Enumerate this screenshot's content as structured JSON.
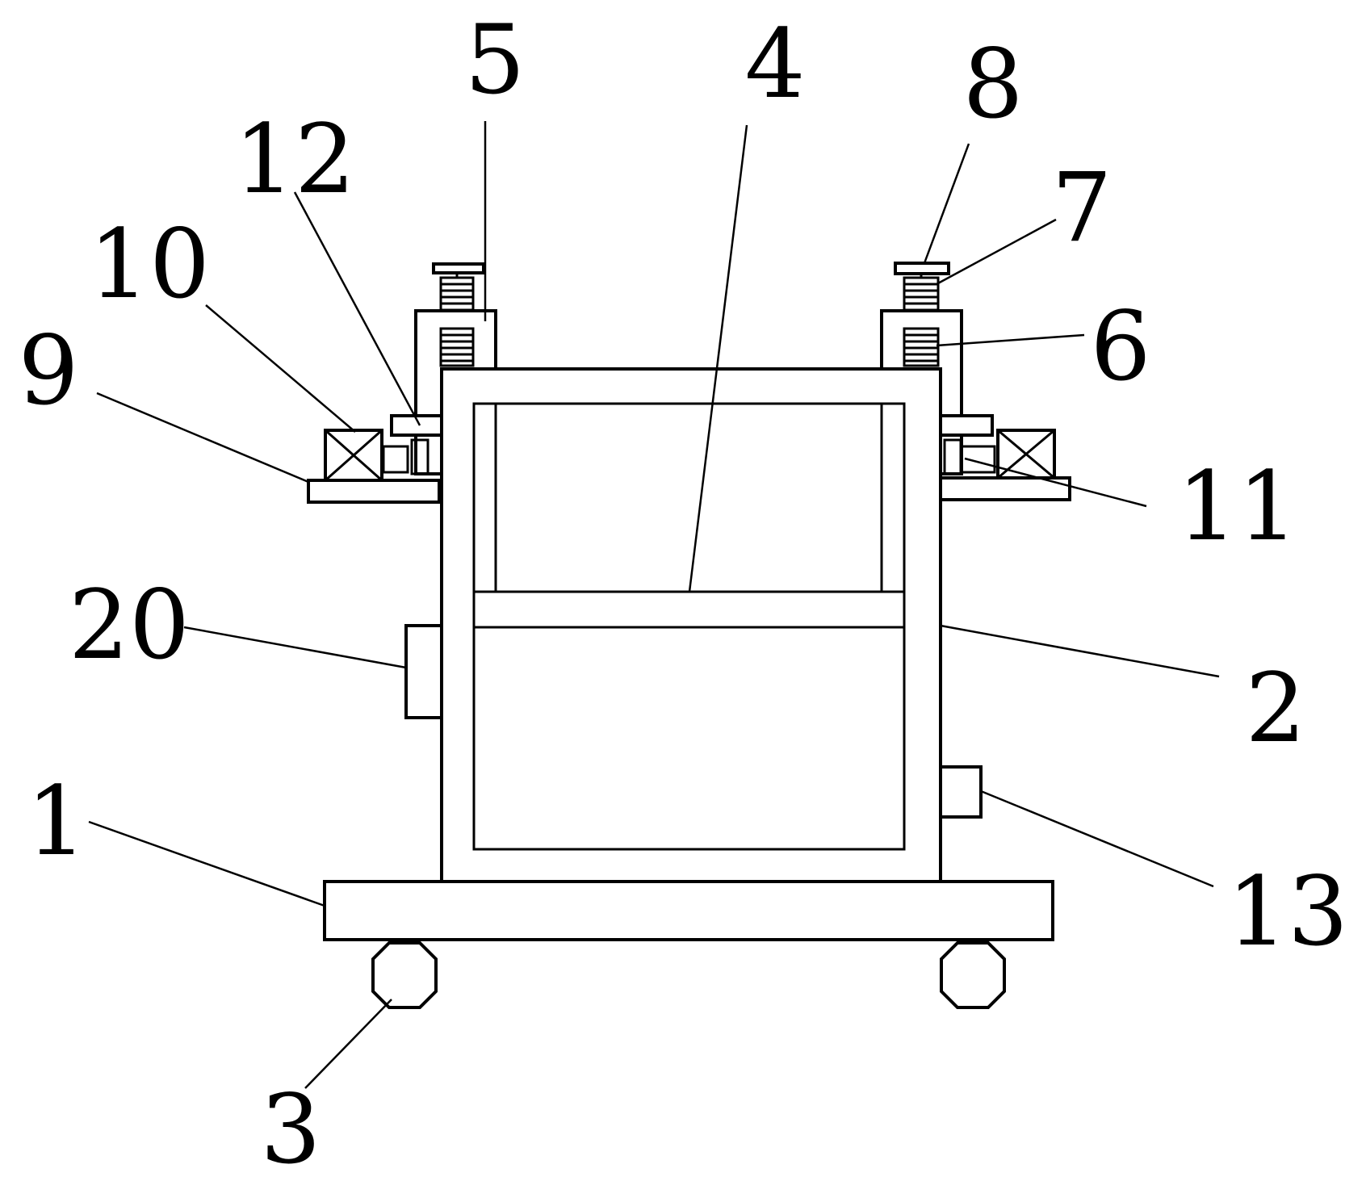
{
  "labels": {
    "l1": "1",
    "l2": "2",
    "l3": "3",
    "l4": "4",
    "l5": "5",
    "l6": "6",
    "l7": "7",
    "l8": "8",
    "l9": "9",
    "l10": "10",
    "l11": "11",
    "l12": "12",
    "l13": "13",
    "l20": "20"
  }
}
